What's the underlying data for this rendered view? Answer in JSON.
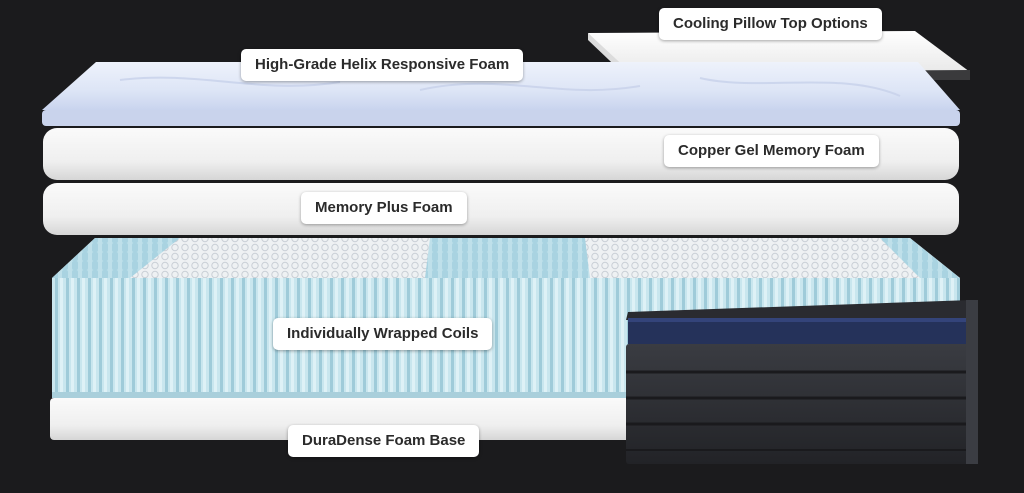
{
  "layers": {
    "cooling_pillow_top": "Cooling Pillow Top Options",
    "helix_foam": "High-Grade Helix Responsive Foam",
    "copper_gel": "Copper Gel Memory Foam",
    "memory_plus": "Memory Plus Foam",
    "coils": "Individually Wrapped Coils",
    "base": "DuraDense Foam Base"
  },
  "colors": {
    "background": "#1b1b1d",
    "helix_foam": "#dfe6f7",
    "foam_white": "#f1f1f1",
    "coil_blue": "#c6e4ec",
    "cover_dark": "#2d2f35",
    "cover_navy": "#25325a",
    "label_bg": "#ffffff",
    "label_text": "#2b2b2b"
  }
}
